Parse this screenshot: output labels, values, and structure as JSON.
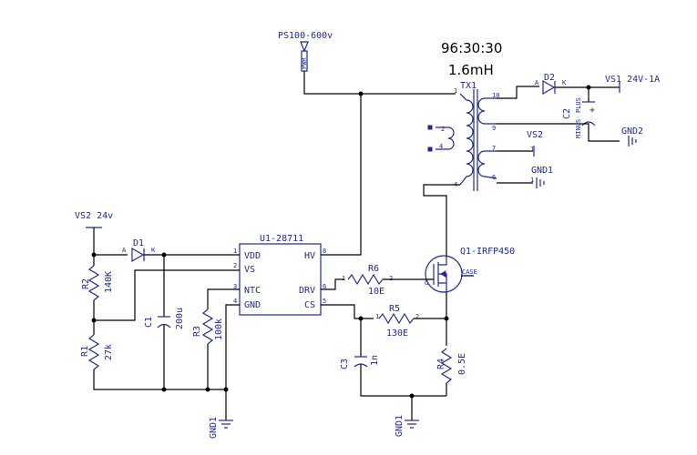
{
  "supply": {
    "ps_label": "PS100-600v",
    "pwr_tag": "PWR"
  },
  "transformer": {
    "ratio": "96:30:30",
    "inductance": "1.6mH",
    "ref": "TX1",
    "pins": [
      "1",
      "2",
      "4",
      "10",
      "9",
      "7",
      "6",
      "4"
    ]
  },
  "ic": {
    "ref": "U1-28711",
    "left_pins": [
      "VDD",
      "VS",
      "NTC",
      "GND"
    ],
    "left_nums": [
      "1",
      "2",
      "3",
      "4"
    ],
    "right_pins": [
      "HV",
      "DRV",
      "CS"
    ],
    "right_nums": [
      "8",
      "6",
      "5"
    ]
  },
  "vs2_in": "VS2 24v",
  "d1": {
    "ref": "D1",
    "a": "A",
    "k": "K"
  },
  "d2": {
    "ref": "D2",
    "a": "A",
    "k": "K"
  },
  "r1": {
    "ref": "R1",
    "value": "27k"
  },
  "r2": {
    "ref": "R2",
    "value": "140K"
  },
  "r3": {
    "ref": "R3",
    "value": "100k"
  },
  "r4": {
    "ref": "R4",
    "value": "0.5E"
  },
  "r5": {
    "ref": "R5",
    "value": "130E"
  },
  "r6": {
    "ref": "R6",
    "value": "10E"
  },
  "c1": {
    "ref": "C1",
    "value": "200u"
  },
  "c2": {
    "ref": "C2",
    "plus": "PLUS",
    "minus": "MINUS"
  },
  "c3": {
    "ref": "C3",
    "value": "1n"
  },
  "q1": {
    "ref": "Q1-IRFP450",
    "case": "CASE",
    "gate": "G"
  },
  "vs1": "VS1  24V-1A",
  "vs2_out": "VS2",
  "gnd1": "GND1",
  "gnd2": "GND2",
  "pin1": "1",
  "pin2": "2"
}
